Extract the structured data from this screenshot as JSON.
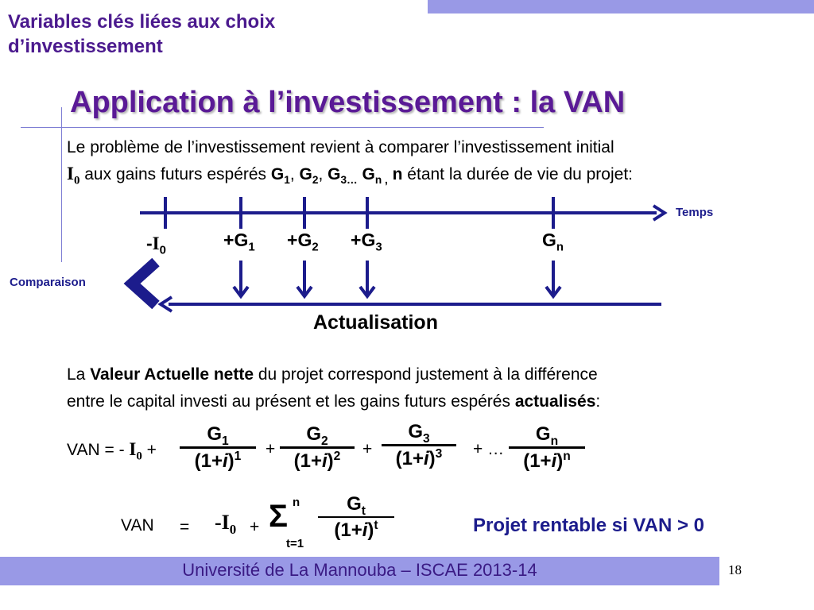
{
  "header": {
    "section_title": "Variables clés liées aux choix d’investissement"
  },
  "slide": {
    "title": "Application à l’investissement : la VAN",
    "intro_line1": "Le problème de l’investissement revient à comparer l’investissement initial",
    "intro_I": "I",
    "intro_I_sub": "0",
    "intro_aux": " aux  gains futurs espérés ",
    "intro_G": "G",
    "intro_sep": ", ",
    "intro_sub1": "1",
    "intro_sub2": "2",
    "intro_sub3": "3…",
    "intro_subn": "n ,",
    "intro_n": "n",
    "intro_rest": " étant la durée de vie du projet:"
  },
  "timeline": {
    "axis_label": "Temps",
    "comparison_label": "Comparaison",
    "discount_label": "Actualisation",
    "nodes": [
      {
        "prefix": "-",
        "main": "I",
        "sub": "0"
      },
      {
        "prefix": "+",
        "main": "G",
        "sub": "1"
      },
      {
        "prefix": "+",
        "main": "G",
        "sub": "2"
      },
      {
        "prefix": "+",
        "main": "G",
        "sub": "3"
      },
      {
        "prefix": "",
        "main": "G",
        "sub": "n"
      }
    ]
  },
  "definition": {
    "part1": "La ",
    "bold1": "Valeur Actuelle nette",
    "part2": " du projet correspond justement à la différence",
    "line2_part1": "entre le capital investi au présent et les gains futurs espérés ",
    "bold2": "actualisés",
    "line2_end": ":"
  },
  "formula1": {
    "lhs": "VAN = ",
    "minus": "- ",
    "I": "I",
    "I_sub": "0",
    "plus": "+",
    "ellipsis": "+ …",
    "terms": [
      {
        "num": "G",
        "num_sub": "1",
        "den_open": "(1+",
        "den_i": "i",
        "den_close": ")",
        "den_exp": "1"
      },
      {
        "num": "G",
        "num_sub": "2",
        "den_open": "(1+",
        "den_i": "i",
        "den_close": ")",
        "den_exp": "2"
      },
      {
        "num": "G",
        "num_sub": "3",
        "den_open": "(1+",
        "den_i": "i",
        "den_close": ")",
        "den_exp": "3"
      },
      {
        "num": "G",
        "num_sub": "n",
        "den_open": "(1+",
        "den_i": "i",
        "den_close": ")",
        "den_exp": "n"
      }
    ]
  },
  "formula2": {
    "lhs": "VAN",
    "eq": "=",
    "minus_I": "-I",
    "I_sub": "0",
    "plus": "+",
    "sigma": "Σ",
    "sigma_top": "n",
    "sigma_bottom": "t=1",
    "num": "G",
    "num_sub": "t",
    "den_open": "(1+",
    "den_i": "i",
    "den_close": ")",
    "den_exp": "t",
    "rule": "Projet rentable si VAN > 0"
  },
  "footer": {
    "text": "Université de La Mannouba – ISCAE 2013-14",
    "page_number": "18"
  },
  "colors": {
    "accent_bar": "#9999e6",
    "title_purple": "#5a1a96",
    "footer_text": "#3a1a84"
  }
}
